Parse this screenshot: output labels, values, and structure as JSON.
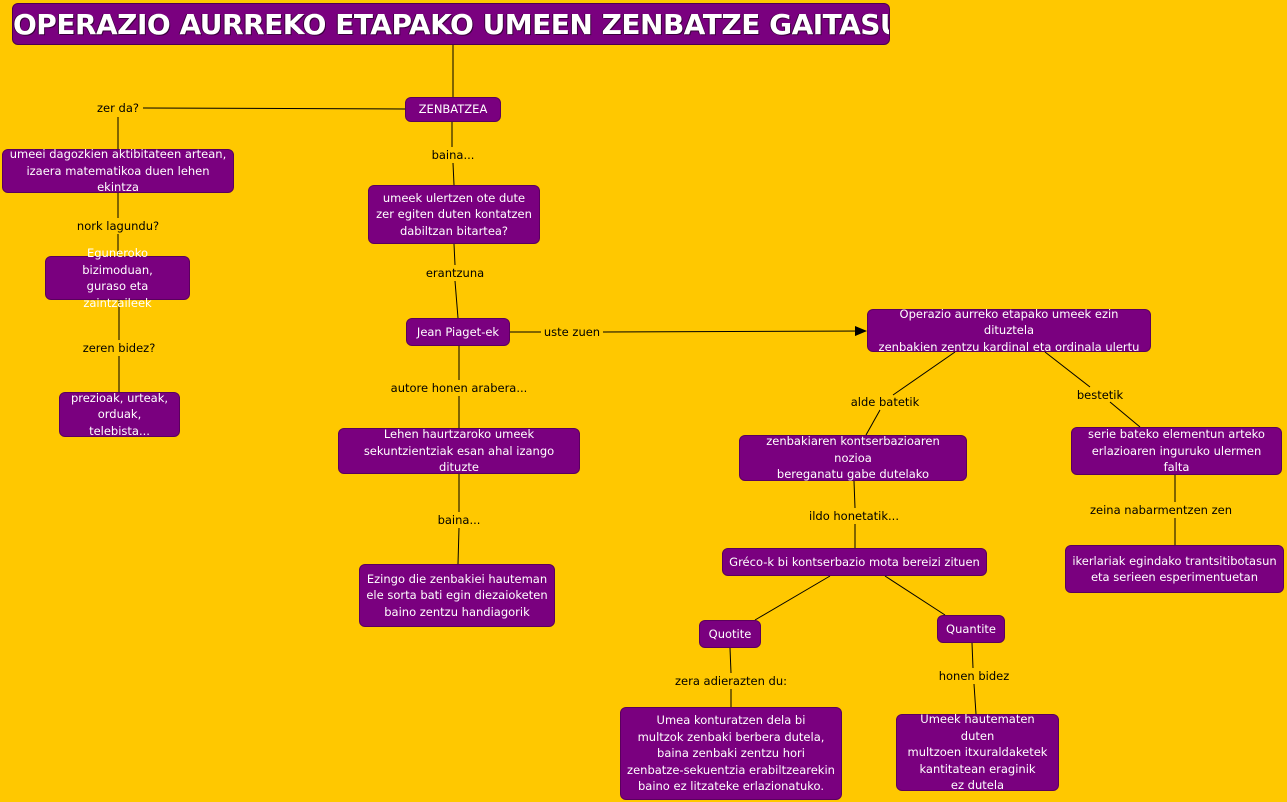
{
  "title": "Operazio aurreko etapako umeen zenbatze gaitasuna",
  "nodes": {
    "zenbatzea": "ZENBATZEA",
    "umeei": "umeei dagozkien aktibitateen artean,\nizaera matematikoa duen lehen ekintza",
    "eguneroko": "Eguneroko bizimoduan,\nguraso eta zaintzaileek",
    "prezioak": "prezioak, urteak,\norduak, telebista...",
    "ulertzen": "umeek ulertzen ote dute\nzer egiten duten kontatzen\ndabiltzan bitartea?",
    "piaget": "Jean Piaget-ek",
    "lehen": "Lehen haurtzaroko umeek\nsekuntzientziak esan ahal izango dituzte",
    "ezingo": "Ezingo die zenbakiei hauteman\nele sorta bati egin diezaioketen\nbaino zentzu handiagorik",
    "operazio": "Operazio aurreko etapako umeek ezin dituztela\nzenbakien zentzu kardinal eta ordinala ulertu",
    "kontserbazio": "zenbakiaren kontserbazioaren nozioa\nbereganatu gabe dutelako",
    "serie": "serie bateko elementun arteko\nerlazioaren inguruko ulermen falta",
    "ikerlariak": "ikerlariak egindako trantsitibotasun\neta serieen esperimentuetan",
    "greco": "Gréco-k bi kontserbazio mota bereizi zituen",
    "quotite": "Quotite",
    "quantite": "Quantite",
    "umea": "Umea konturatzen dela bi\nmultzok zenbaki berbera dutela,\nbaina zenbaki zentzu hori\nzenbatze-sekuentzia erabiltzearekin\nbaino ez litzateke erlazionatuko.",
    "umeek_haut": "Umeek hautematen duten\nmultzoen itxuraldaketek\nkantitatean eraginik\nez dutela"
  },
  "labels": {
    "zer_da": "zer da?",
    "baina1": "baina...",
    "nork": "nork lagundu?",
    "erantzuna": "erantzuna",
    "zeren": "zeren bidez?",
    "uste": "uste zuen",
    "autore": "autore honen arabera...",
    "alde": "alde batetik",
    "bestetik": "bestetik",
    "baina2": "baina...",
    "ildo": "ildo honetatik...",
    "zeina": "zeina nabarmentzen zen",
    "zera": "zera adierazten du:",
    "honen": "honen bidez"
  }
}
